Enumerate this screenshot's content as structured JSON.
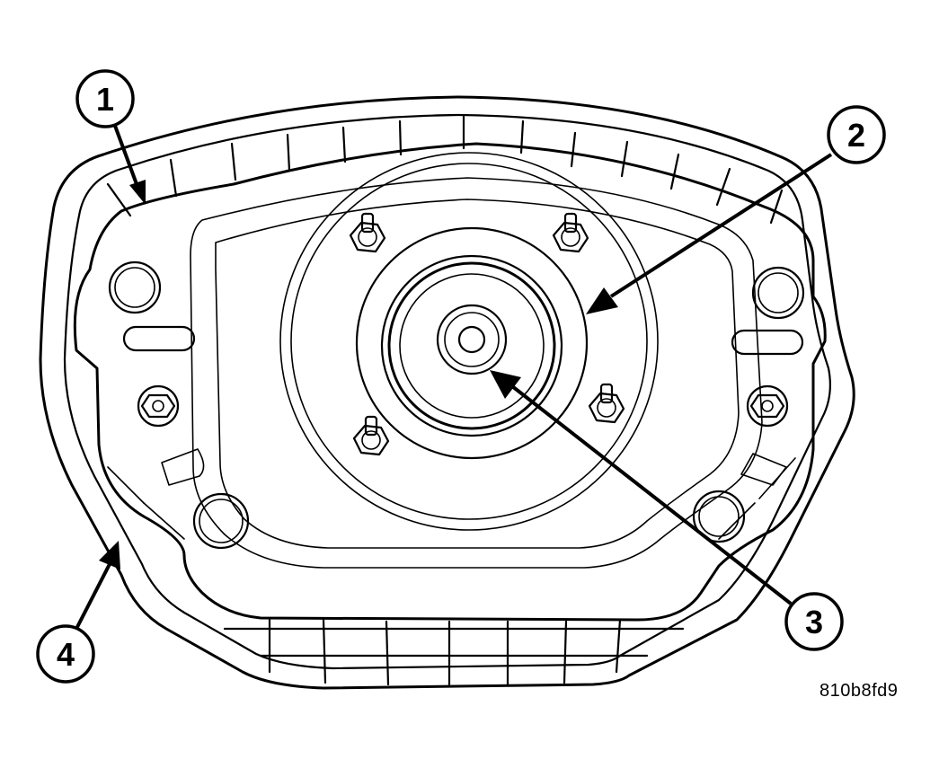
{
  "figure": {
    "id": "810b8fd9"
  },
  "callouts": [
    {
      "number": "1"
    },
    {
      "number": "2"
    },
    {
      "number": "3"
    },
    {
      "number": "4"
    }
  ]
}
